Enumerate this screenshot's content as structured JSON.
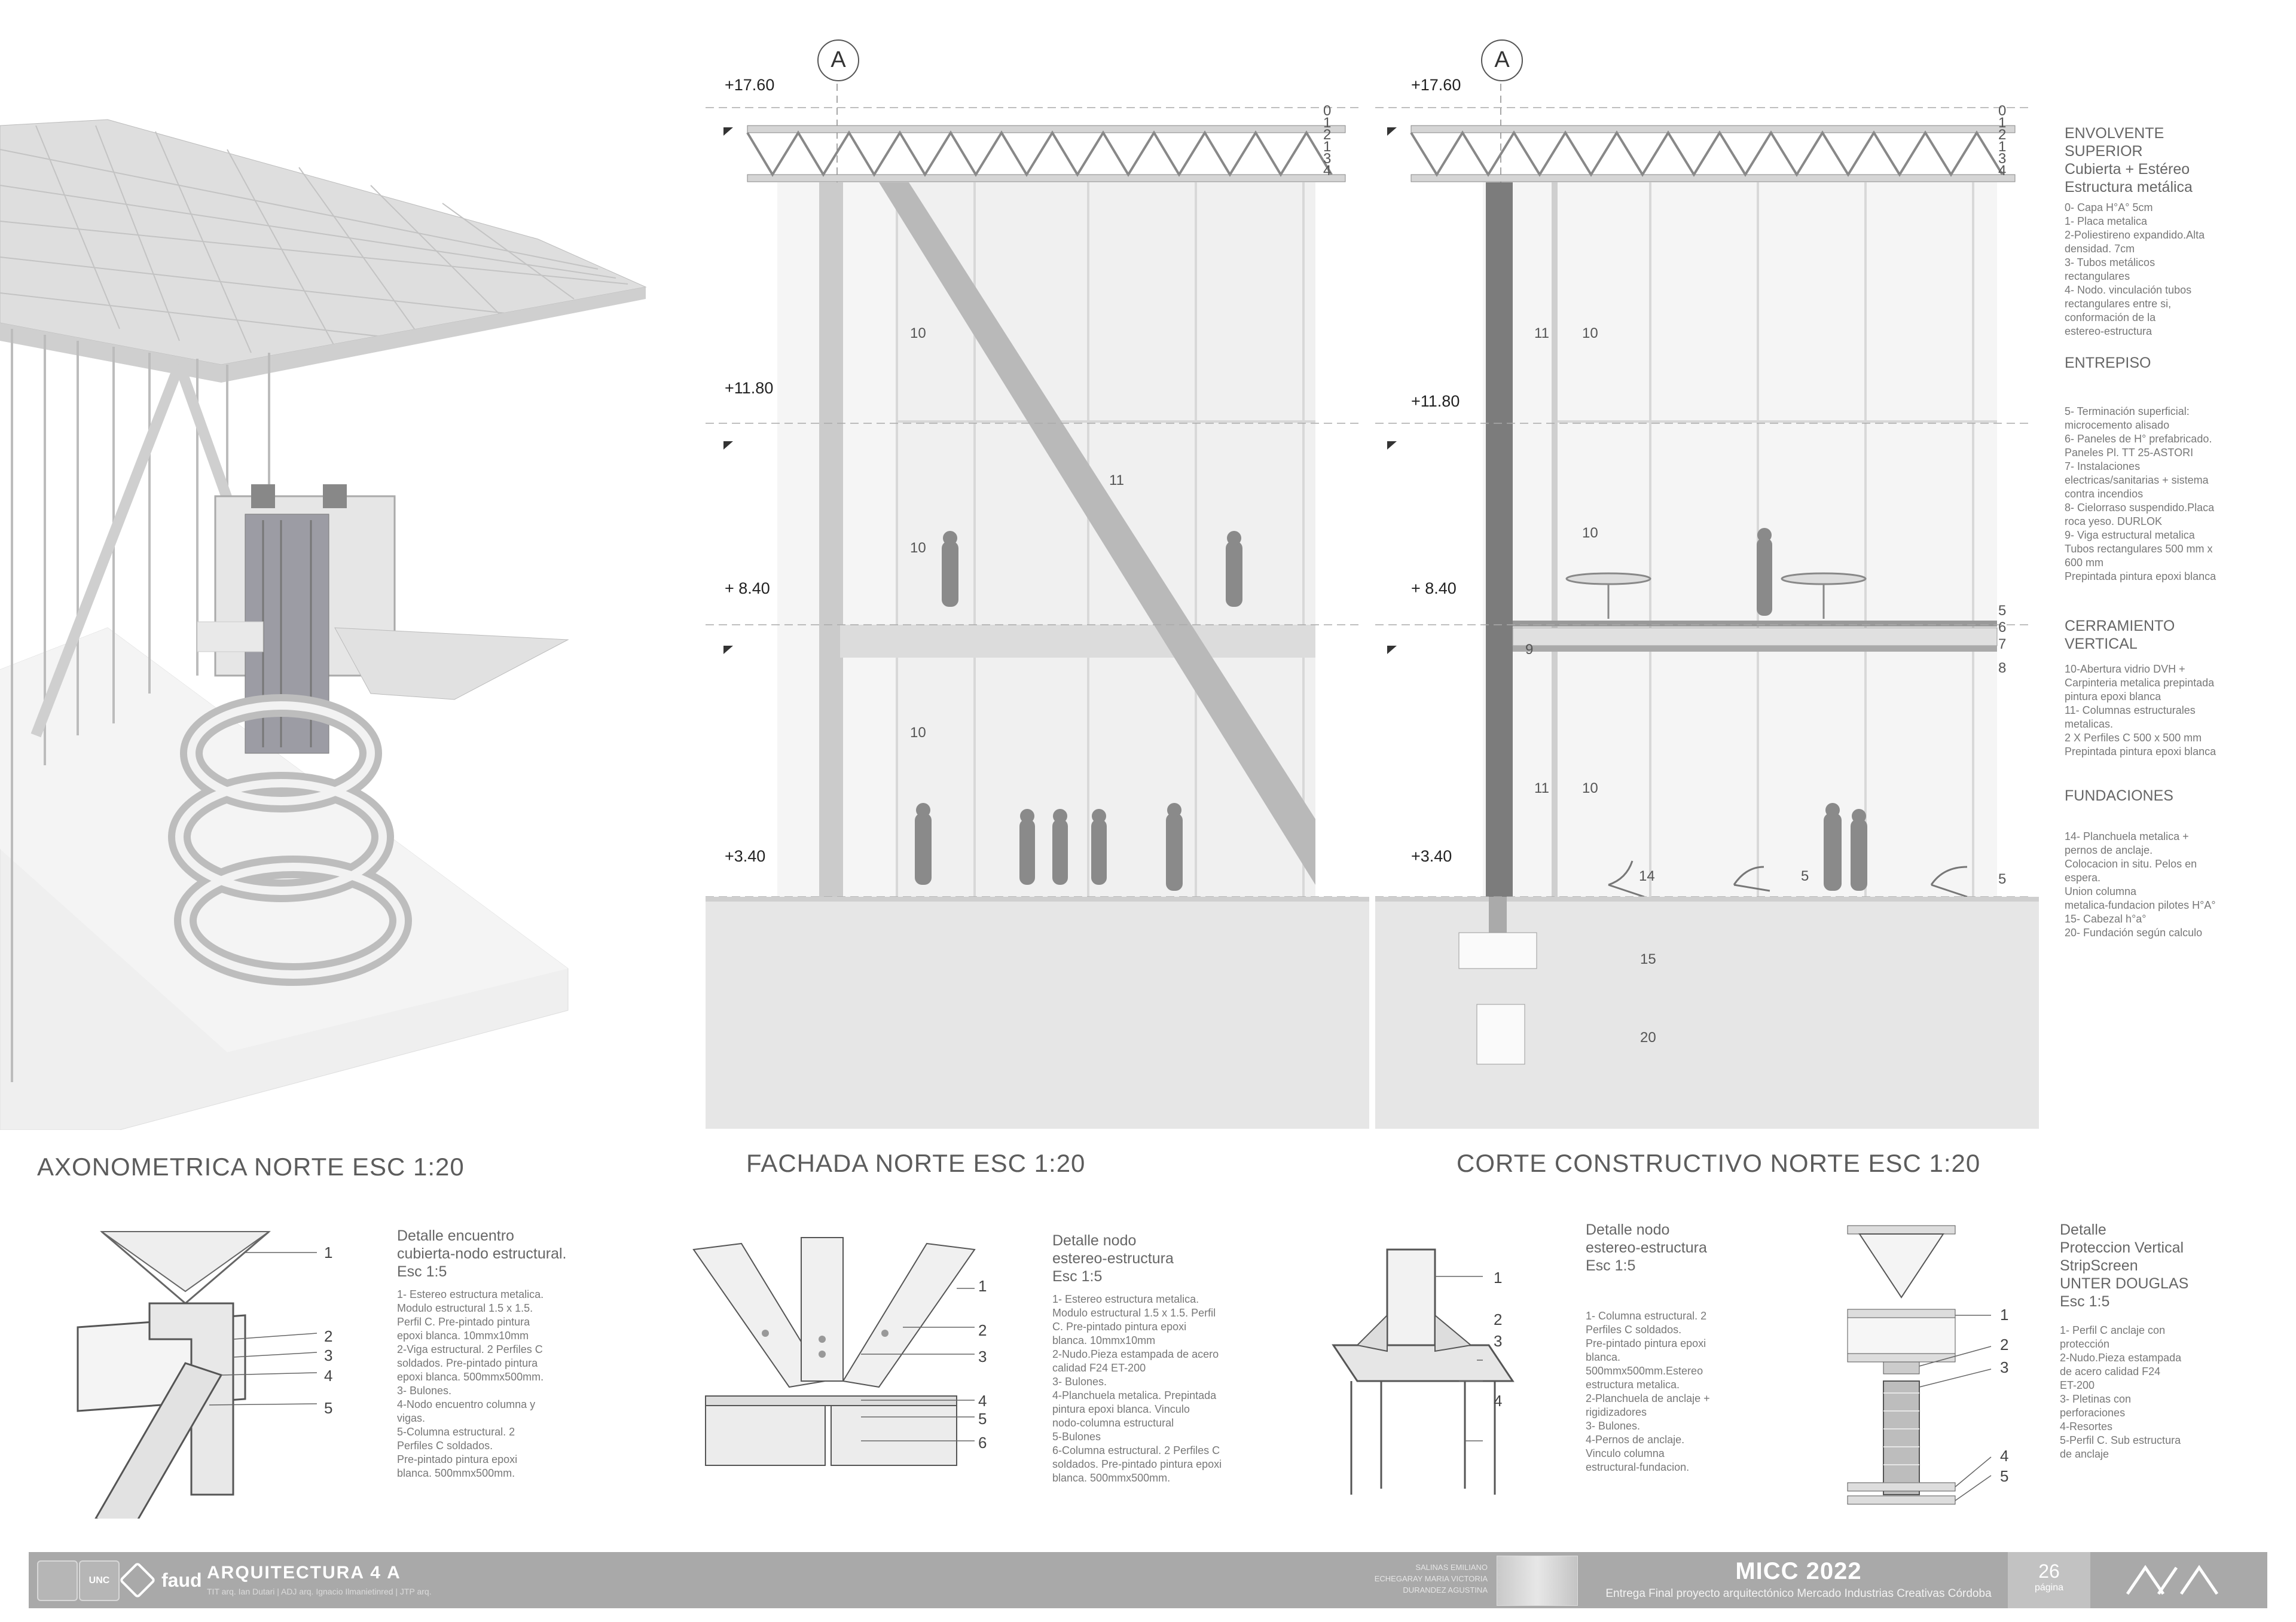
{
  "views": {
    "axonometric_title": "AXONOMETRICA NORTE ESC 1:20",
    "facade_title": "FACHADA NORTE ESC 1:20",
    "section_title": "CORTE CONSTRUCTIVO NORTE ESC 1:20"
  },
  "axis_tag": "A",
  "levels": [
    "+17.60",
    "+11.80",
    "+ 8.40",
    "+3.40"
  ],
  "roof_numbers": [
    "0",
    "1",
    "2",
    "1",
    "3",
    "4"
  ],
  "facade_tags": {
    "glazing": "10",
    "column": "11"
  },
  "section_tags": {
    "column": "11",
    "glazing": "10",
    "slab_right": [
      "5",
      "6",
      "7",
      "8"
    ],
    "beam": "9",
    "floor": "14",
    "floor_mid": "5",
    "floor_right": "5",
    "cap": "15",
    "foundation": "20"
  },
  "legend": {
    "envolvente": {
      "head": "ENVOLVENTE\nSUPERIOR\nCubierta + Estéreo\nEstructura metálica",
      "body": "0- Capa H°A° 5cm\n1- Placa metalica\n2-Poliestireno expandido.Alta\ndensidad. 7cm\n3- Tubos metálicos\nrectangulares\n4- Nodo. vinculación tubos\nrectangulares entre si,\nconformación de la\nestereo-estructura"
    },
    "entrepiso": {
      "head": "ENTREPISO",
      "body": "5- Terminación superficial:\nmicrocemento alisado\n6- Paneles de H° prefabricado.\nPaneles Pl. TT 25-ASTORI\n7- Instalaciones\nelectricas/sanitarias + sistema\ncontra incendios\n8- Cielorraso suspendido.Placa\nroca yeso. DURLOK\n9- Viga estructural metalica\nTubos rectangulares 500 mm x\n600 mm\nPrepintada pintura epoxi blanca"
    },
    "cerramiento": {
      "head": "CERRAMIENTO\nVERTICAL",
      "body": "10-Abertura vidrio DVH +\nCarpinteria metalica prepintada\npintura epoxi blanca\n11- Columnas estructurales\nmetalicas.\n2 X Perfiles C 500 x 500 mm\nPrepintada pintura epoxi blanca"
    },
    "fundaciones": {
      "head": "FUNDACIONES",
      "body": "14- Planchuela metalica +\npernos de anclaje.\nColocacion in situ. Pelos en\nespera.\nUnion columna\nmetalica-fundacion pilotes H°A°\n15- Cabezal h°a°\n20- Fundación según calculo"
    }
  },
  "details": [
    {
      "head": "Detalle encuentro\ncubierta-nodo estructural.\nEsc 1:5",
      "body": "1- Estereo estructura metalica.\nModulo estructural 1.5 x 1.5.\nPerfil C. Pre-pintado pintura\nepoxi blanca. 10mmx10mm\n2-Viga estructural. 2 Perfiles C\nsoldados. Pre-pintado pintura\nepoxi blanca. 500mmx500mm.\n3- Bulones.\n4-Nodo encuentro columna y\nvigas.\n5-Columna estructural. 2\nPerfiles C soldados.\nPre-pintado pintura epoxi\nblanca. 500mmx500mm.",
      "callouts": [
        "1",
        "2",
        "3",
        "4",
        "5"
      ]
    },
    {
      "head": "Detalle nodo\nestereo-estructura\nEsc 1:5",
      "body": "1- Estereo estructura metalica.\nModulo estructural 1.5 x 1.5. Perfil\nC. Pre-pintado pintura epoxi\nblanca. 10mmx10mm\n2-Nudo.Pieza estampada de acero\ncalidad F24 ET-200\n3- Bulones.\n4-Planchuela metalica. Prepintada\npintura epoxi blanca. Vinculo\nnodo-columna estructural\n5-Bulones\n6-Columna estructural. 2 Perfiles C\nsoldados. Pre-pintado pintura epoxi\nblanca. 500mmx500mm.",
      "callouts": [
        "1",
        "2",
        "3",
        "4",
        "5",
        "6"
      ]
    },
    {
      "head": "Detalle nodo\nestereo-estructura\nEsc 1:5",
      "body": "1- Columna estructural. 2\nPerfiles C soldados.\nPre-pintado pintura epoxi\nblanca.\n500mmx500mm.Estereo\nestructura metalica.\n2-Planchuela de anclaje +\nrigidizadores\n3- Bulones.\n4-Pernos de anclaje.\nVinculo columna\nestructural-fundacion.",
      "callouts": [
        "1",
        "2",
        "3",
        "4"
      ]
    },
    {
      "head": "Detalle\nProteccion Vertical\nStripScreen\nUNTER DOUGLAS\nEsc 1:5",
      "body": "1- Perfil C anclaje con\nprotección\n2-Nudo.Pieza estampada\nde acero calidad F24\nET-200\n3- Pletinas con\nperforaciones\n4-Resortes\n5-Perfil C. Sub estructura\nde anclaje",
      "callouts": [
        "1",
        "2",
        "3",
        "4",
        "5"
      ]
    }
  ],
  "footer": {
    "logo_unc": "UNC",
    "logo_faud": "faud",
    "course": "ARQUITECTURA  4 A",
    "staff": "TIT arq. Ian Dutari | ADJ arq. Ignacio Ilmanietinred | JTP arq.",
    "students": "SALINAS EMILIANO\nECHEGARAY MARIA VICTORIA\nDURANDEZ AGUSTINA",
    "project": "MICC 2022",
    "project_sub": "Entrega Final proyecto arquitectónico Mercado Industrias Creativas Córdoba",
    "page_number": "26",
    "page_label": "página"
  },
  "colors": {
    "footer_bg": "#a9a9a9",
    "page_box": "#bdbdbd",
    "ground": "#e2e2e2",
    "structure": "#c8c8c8",
    "dark_column": "#7c7c7c"
  }
}
